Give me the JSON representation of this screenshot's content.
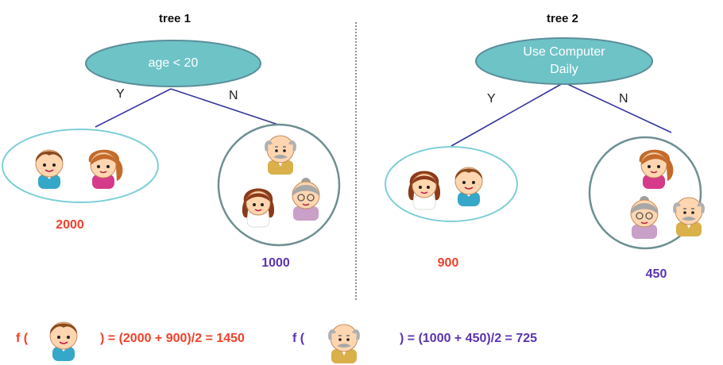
{
  "colors": {
    "node_fill": "#6ec3c7",
    "node_stroke": "#5a8f9a",
    "edge": "#3535a0",
    "leaf_stroke_light": "#7ecfd6",
    "leaf_stroke_dark": "#6e8f92",
    "value_red": "#f0402a",
    "value_purple": "#5b33b0"
  },
  "tree1": {
    "title": "tree 1",
    "root_label": "age < 20",
    "yes_label": "Y",
    "no_label": "N",
    "left_value": "2000",
    "right_value": "1000"
  },
  "tree2": {
    "title": "tree 2",
    "root_label": "Use Computer Daily",
    "yes_label": "Y",
    "no_label": "N",
    "left_value": "900",
    "right_value": "450"
  },
  "formula_boy": {
    "prefix": "f (",
    "suffix": ")  = (2000 + 900)/2 = 1450"
  },
  "formula_grandpa": {
    "prefix": "f (",
    "suffix": ")  = (1000 + 450)/2 = 725"
  },
  "icons": [
    "boy-icon",
    "girl-icon",
    "grandpa-icon",
    "grandma-icon",
    "woman-icon"
  ]
}
